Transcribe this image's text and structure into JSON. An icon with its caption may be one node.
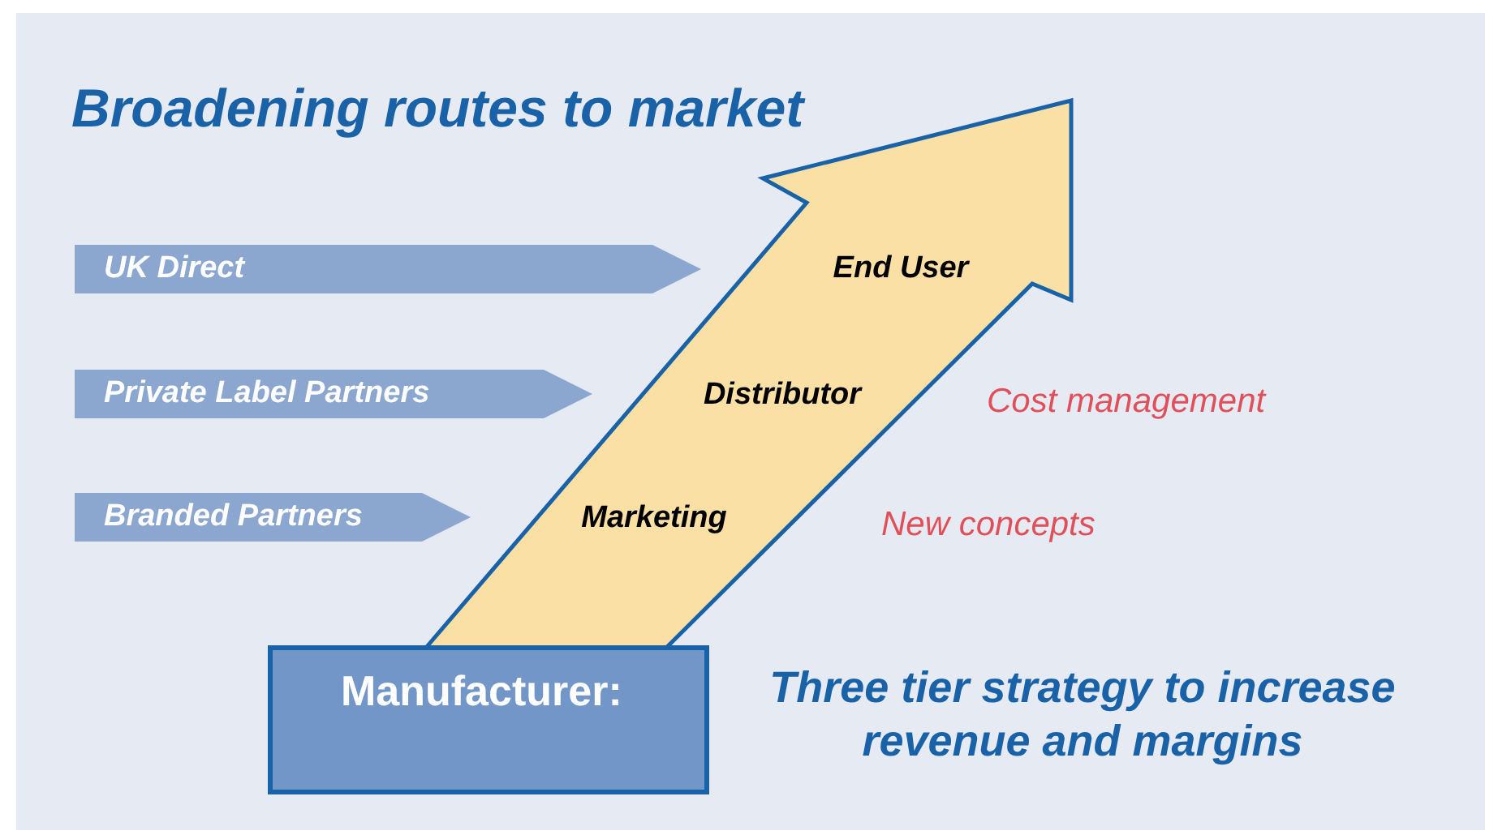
{
  "diagram": {
    "title": "Broadening routes to market",
    "nodes": [
      {
        "text": [
          "UK Direct"
        ]
      },
      {
        "text": [
          "Private Label Partners"
        ]
      },
      {
        "text": [
          "Branded Partners"
        ]
      },
      {
        "text": [
          "End User",
          "Distributor",
          "Marketing"
        ]
      },
      {
        "text": [
          "Manufacturer:"
        ]
      }
    ],
    "labels": [
      "Cost management",
      "New concepts",
      "Three tier strategy to increase revenue and margins"
    ]
  }
}
